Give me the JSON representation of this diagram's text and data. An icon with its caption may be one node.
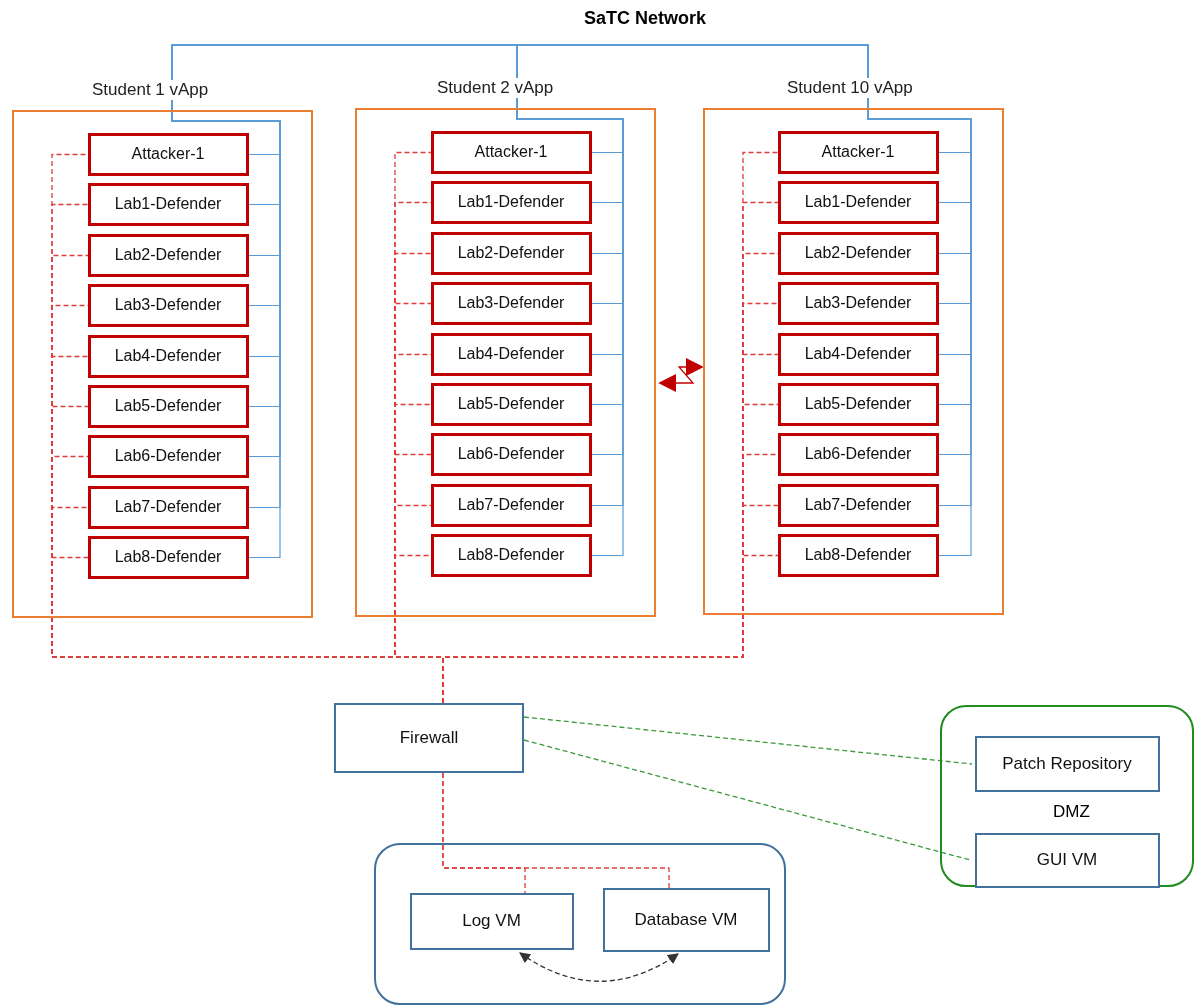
{
  "diagram": {
    "nodes": [
      {
        "text": [
          "SaTC Network"
        ]
      },
      {
        "text": [
          "Student 1 vApp"
        ]
      },
      {
        "text": [
          "Attacker-1"
        ],
        "in": 1
      },
      {
        "text": [
          "Lab1-Defender"
        ],
        "in": 1
      },
      {
        "text": [
          "Lab2-Defender"
        ],
        "in": 1
      },
      {
        "text": [
          "Lab3-Defender"
        ],
        "in": 1
      },
      {
        "text": [
          "Lab4-Defender"
        ],
        "in": 1
      },
      {
        "text": [
          "Lab5-Defender"
        ],
        "in": 1
      },
      {
        "text": [
          "Lab6-Defender"
        ],
        "in": 1
      },
      {
        "text": [
          "Lab7-Defender"
        ],
        "in": 1
      },
      {
        "text": [
          "Lab8-Defender"
        ],
        "in": 1
      },
      {
        "text": [
          "Student 2 vApp"
        ]
      },
      {
        "text": [
          "Attacker-1"
        ],
        "in": 11
      },
      {
        "text": [
          "Lab1-Defender"
        ],
        "in": 11
      },
      {
        "text": [
          "Lab2-Defender"
        ],
        "in": 11
      },
      {
        "text": [
          "Lab3-Defender"
        ],
        "in": 11
      },
      {
        "text": [
          "Lab4-Defender"
        ],
        "in": 11
      },
      {
        "text": [
          "Lab5-Defender"
        ],
        "in": 11
      },
      {
        "text": [
          "Lab6-Defender"
        ],
        "in": 11
      },
      {
        "text": [
          "Lab7-Defender"
        ],
        "in": 11
      },
      {
        "text": [
          "Lab8-Defender"
        ],
        "in": 11
      },
      {
        "text": [
          "Student 10 vApp"
        ]
      },
      {
        "text": [
          "Attacker-1"
        ],
        "in": 21
      },
      {
        "text": [
          "Lab1-Defender"
        ],
        "in": 21
      },
      {
        "text": [
          "Lab2-Defender"
        ],
        "in": 21
      },
      {
        "text": [
          "Lab3-Defender"
        ],
        "in": 21
      },
      {
        "text": [
          "Lab4-Defender"
        ],
        "in": 21
      },
      {
        "text": [
          "Lab5-Defender"
        ],
        "in": 21
      },
      {
        "text": [
          "Lab6-Defender"
        ],
        "in": 21
      },
      {
        "text": [
          "Lab7-Defender"
        ],
        "in": 21
      },
      {
        "text": [
          "Lab8-Defender"
        ],
        "in": 21
      },
      {
        "text": [
          "Firewall"
        ]
      },
      {
        "text": [
          "DMZ"
        ]
      },
      {
        "text": [
          "Patch Repository"
        ],
        "in": 32
      },
      {
        "text": [
          "GUI VM"
        ],
        "in": 32
      },
      {
        "text": [],
        "shape": "box"
      },
      {
        "text": [
          "Log VM"
        ],
        "in": 35
      },
      {
        "text": [
          "Database VM"
        ],
        "in": 35
      }
    ],
    "edges": [
      {
        "from": 2,
        "to": 0,
        "arrow": "none",
        "color": "#5b9bd5"
      },
      {
        "from": 3,
        "to": 0,
        "arrow": "none",
        "color": "#5b9bd5"
      },
      {
        "from": 4,
        "to": 0,
        "arrow": "none",
        "color": "#5b9bd5"
      },
      {
        "from": 5,
        "to": 0,
        "arrow": "none",
        "color": "#5b9bd5"
      },
      {
        "from": 6,
        "to": 0,
        "arrow": "none",
        "color": "#5b9bd5"
      },
      {
        "from": 7,
        "to": 0,
        "arrow": "none",
        "color": "#5b9bd5"
      },
      {
        "from": 8,
        "to": 0,
        "arrow": "none",
        "color": "#5b9bd5"
      },
      {
        "from": 9,
        "to": 0,
        "arrow": "none",
        "color": "#5b9bd5"
      },
      {
        "from": 10,
        "to": 0,
        "arrow": "none",
        "color": "#5b9bd5"
      },
      {
        "from": 12,
        "to": 0,
        "arrow": "none",
        "color": "#5b9bd5"
      },
      {
        "from": 13,
        "to": 0,
        "arrow": "none",
        "color": "#5b9bd5"
      },
      {
        "from": 14,
        "to": 0,
        "arrow": "none",
        "color": "#5b9bd5"
      },
      {
        "from": 15,
        "to": 0,
        "arrow": "none",
        "color": "#5b9bd5"
      },
      {
        "from": 16,
        "to": 0,
        "arrow": "none",
        "color": "#5b9bd5"
      },
      {
        "from": 17,
        "to": 0,
        "arrow": "none",
        "color": "#5b9bd5"
      },
      {
        "from": 18,
        "to": 0,
        "arrow": "none",
        "color": "#5b9bd5"
      },
      {
        "from": 19,
        "to": 0,
        "arrow": "none",
        "color": "#5b9bd5"
      },
      {
        "from": 20,
        "to": 0,
        "arrow": "none",
        "color": "#5b9bd5"
      },
      {
        "from": 22,
        "to": 0,
        "arrow": "none",
        "color": "#5b9bd5"
      },
      {
        "from": 23,
        "to": 0,
        "arrow": "none",
        "color": "#5b9bd5"
      },
      {
        "from": 24,
        "to": 0,
        "arrow": "none",
        "color": "#5b9bd5"
      },
      {
        "from": 25,
        "to": 0,
        "arrow": "none",
        "color": "#5b9bd5"
      },
      {
        "from": 26,
        "to": 0,
        "arrow": "none",
        "color": "#5b9bd5"
      },
      {
        "from": 27,
        "to": 0,
        "arrow": "none",
        "color": "#5b9bd5"
      },
      {
        "from": 28,
        "to": 0,
        "arrow": "none",
        "color": "#5b9bd5"
      },
      {
        "from": 29,
        "to": 0,
        "arrow": "none",
        "color": "#5b9bd5"
      },
      {
        "from": 30,
        "to": 0,
        "arrow": "none",
        "color": "#5b9bd5"
      },
      {
        "from": 2,
        "to": 31,
        "arrow": "none",
        "style": "dashed"
      },
      {
        "from": 3,
        "to": 31,
        "arrow": "none",
        "style": "dashed"
      },
      {
        "from": 4,
        "to": 31,
        "arrow": "none",
        "style": "dashed"
      },
      {
        "from": 5,
        "to": 31,
        "arrow": "none",
        "style": "dashed"
      },
      {
        "from": 6,
        "to": 31,
        "arrow": "none",
        "style": "dashed"
      },
      {
        "from": 7,
        "to": 31,
        "arrow": "none",
        "style": "dashed"
      },
      {
        "from": 8,
        "to": 31,
        "arrow": "none",
        "style": "dashed"
      },
      {
        "from": 9,
        "to": 31,
        "arrow": "none",
        "style": "dashed"
      },
      {
        "from": 10,
        "to": 31,
        "arrow": "none",
        "style": "dashed"
      },
      {
        "from": 12,
        "to": 31,
        "arrow": "none",
        "style": "dashed"
      },
      {
        "from": 13,
        "to": 31,
        "arrow": "none",
        "style": "dashed"
      },
      {
        "from": 14,
        "to": 31,
        "arrow": "none",
        "style": "dashed"
      },
      {
        "from": 15,
        "to": 31,
        "arrow": "none",
        "style": "dashed"
      },
      {
        "from": 16,
        "to": 31,
        "arrow": "none",
        "style": "dashed"
      },
      {
        "from": 17,
        "to": 31,
        "arrow": "none",
        "style": "dashed"
      },
      {
        "from": 18,
        "to": 31,
        "arrow": "none",
        "style": "dashed"
      },
      {
        "from": 19,
        "to": 31,
        "arrow": "none",
        "style": "dashed"
      },
      {
        "from": 20,
        "to": 31,
        "arrow": "none",
        "style": "dashed"
      },
      {
        "from": 22,
        "to": 31,
        "arrow": "none",
        "style": "dashed"
      },
      {
        "from": 23,
        "to": 31,
        "arrow": "none",
        "style": "dashed"
      },
      {
        "from": 24,
        "to": 31,
        "arrow": "none",
        "style": "dashed"
      },
      {
        "from": 25,
        "to": 31,
        "arrow": "none",
        "style": "dashed"
      },
      {
        "from": 26,
        "to": 31,
        "arrow": "none",
        "style": "dashed"
      },
      {
        "from": 27,
        "to": 31,
        "arrow": "none",
        "style": "dashed"
      },
      {
        "from": 28,
        "to": 31,
        "arrow": "none",
        "style": "dashed"
      },
      {
        "from": 29,
        "to": 31,
        "arrow": "none",
        "style": "dashed"
      },
      {
        "from": 30,
        "to": 31,
        "arrow": "none",
        "style": "dashed"
      },
      {
        "from": 11,
        "to": 21,
        "arrow": "both",
        "color": "#c00000"
      },
      {
        "from": 31,
        "to": 33,
        "arrow": "none",
        "style": "dashed",
        "color": "#3a9a3a"
      },
      {
        "from": 31,
        "to": 34,
        "arrow": "none",
        "style": "dashed",
        "color": "#3a9a3a"
      },
      {
        "from": 31,
        "to": 36,
        "arrow": "none",
        "style": "dashed"
      },
      {
        "from": 31,
        "to": 37,
        "arrow": "none",
        "style": "dashed"
      },
      {
        "from": 36,
        "to": 37,
        "arrow": "both",
        "style": "dashed",
        "color": "#333333"
      }
    ]
  }
}
